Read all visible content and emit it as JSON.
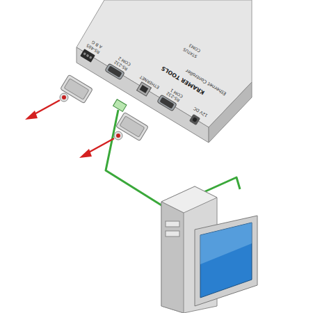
{
  "diagram": {
    "labels": [
      "RS-485",
      "A B G",
      "RS-232",
      "COM 2",
      "ETHERNET",
      "RS-232",
      "COM 1",
      "12V DC",
      "KRAMER TOOLS",
      "Ethernet Controller",
      "COM3",
      "STATUS"
    ]
  }
}
